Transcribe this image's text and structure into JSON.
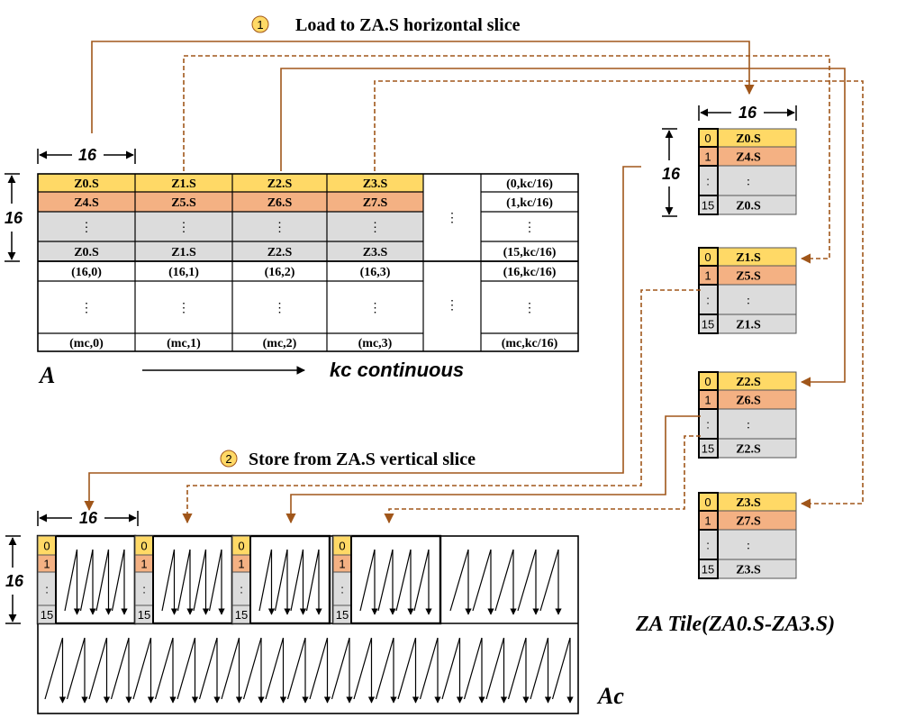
{
  "step1": {
    "number": "1",
    "label": "Load  to  ZA.S horizontal slice"
  },
  "step2": {
    "number": "2",
    "label": "Store from  ZA.S vertical slice"
  },
  "dims": {
    "width_label": "16",
    "height_label": "16"
  },
  "matrix_a": {
    "name": "A",
    "direction_label": "kc  continuous",
    "row_labels": [
      [
        "Z0.S",
        "Z1.S",
        "Z2.S",
        "Z3.S",
        "",
        "(0,kc/16)"
      ],
      [
        "Z4.S",
        "Z5.S",
        "Z6.S",
        "Z7.S",
        "",
        "(1,kc/16)"
      ],
      [
        "",
        "",
        "",
        "",
        "",
        ""
      ],
      [
        "Z0.S",
        "Z1.S",
        "Z2.S",
        "Z3.S",
        "",
        "(15,kc/16)"
      ],
      [
        "(16,0)",
        "(16,1)",
        "(16,2)",
        "(16,3)",
        "",
        "(16,kc/16)"
      ],
      [
        "",
        "",
        "",
        "",
        "",
        ""
      ],
      [
        "(mc,0)",
        "(mc,1)",
        "(mc,2)",
        "(mc,3)",
        "",
        "(mc,kc/16)"
      ]
    ]
  },
  "za_tiles": {
    "caption": "ZA Tile(ZA0.S-ZA3.S)",
    "tiles": [
      {
        "rows": [
          {
            "idx": "0",
            "label": "Z0.S"
          },
          {
            "idx": "1",
            "label": "Z4.S"
          },
          {
            "idx": ":",
            "label": ":"
          },
          {
            "idx": "15",
            "label": "Z0.S"
          }
        ]
      },
      {
        "rows": [
          {
            "idx": "0",
            "label": "Z1.S"
          },
          {
            "idx": "1",
            "label": "Z5.S"
          },
          {
            "idx": ":",
            "label": ":"
          },
          {
            "idx": "15",
            "label": "Z1.S"
          }
        ]
      },
      {
        "rows": [
          {
            "idx": "0",
            "label": "Z2.S"
          },
          {
            "idx": "1",
            "label": "Z6.S"
          },
          {
            "idx": ":",
            "label": ":"
          },
          {
            "idx": "15",
            "label": "Z2.S"
          }
        ]
      },
      {
        "rows": [
          {
            "idx": "0",
            "label": "Z3.S"
          },
          {
            "idx": "1",
            "label": "Z7.S"
          },
          {
            "idx": ":",
            "label": ":"
          },
          {
            "idx": "15",
            "label": "Z3.S"
          }
        ]
      }
    ]
  },
  "matrix_ac": {
    "name": "Ac",
    "index_labels": [
      "0",
      "1",
      ":",
      "15"
    ]
  },
  "colors": {
    "yellow": "#ffd966",
    "orange": "#f4b183",
    "gray": "#dcdcdc",
    "arrow": "#a0561a"
  }
}
